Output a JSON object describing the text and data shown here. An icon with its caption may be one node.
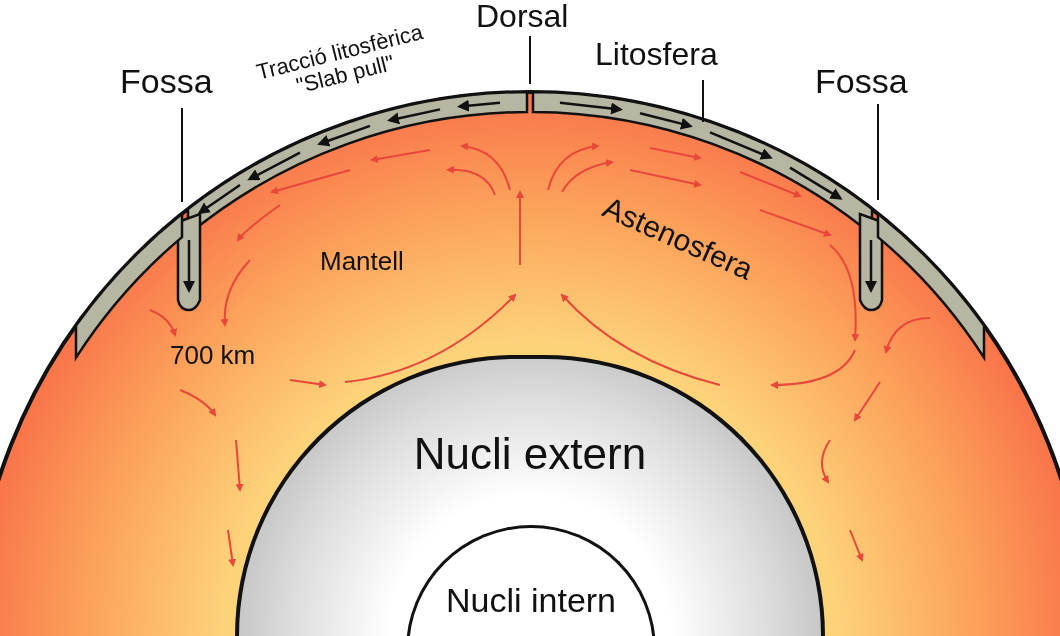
{
  "diagram": {
    "nodes": [
      {
        "text": [
          "Fossa"
        ]
      },
      {
        "text": [
          "Dorsal"
        ]
      },
      {
        "text": [
          "Litosfera"
        ]
      },
      {
        "text": [
          "Fossa"
        ]
      },
      {
        "text": [
          "Nucli extern"
        ]
      },
      {
        "text": [
          "Nucli intern"
        ],
        "in": 4
      }
    ],
    "edges": [
      {
        "from": 0,
        "to": null,
        "arrow": "none"
      },
      {
        "from": 1,
        "to": null,
        "arrow": "none"
      },
      {
        "from": 2,
        "to": null,
        "arrow": "none"
      },
      {
        "from": 3,
        "to": null,
        "arrow": "none"
      }
    ],
    "labels": [
      "Tracció litosfèrica \"Slab pull\"",
      "Mantell",
      "Astenosfera",
      "700 km"
    ]
  }
}
